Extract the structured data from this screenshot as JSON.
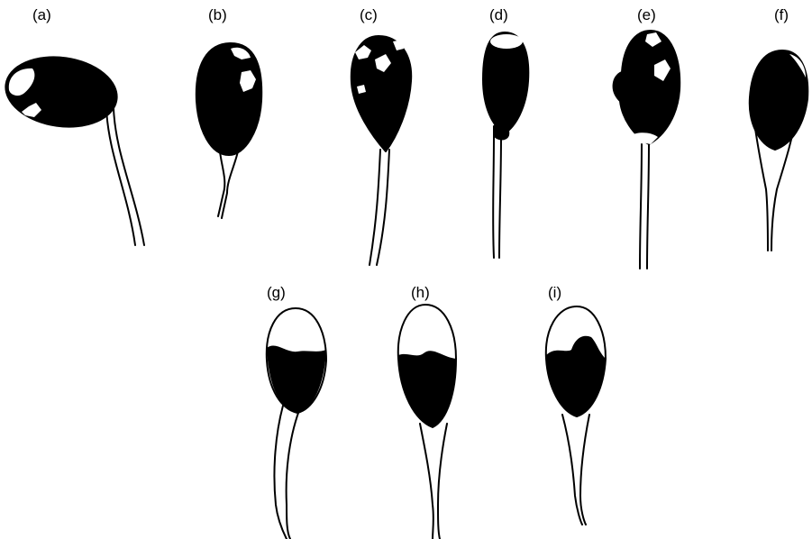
{
  "figure": {
    "panels": [
      {
        "id": "a",
        "label": "(a)"
      },
      {
        "id": "b",
        "label": "(b)"
      },
      {
        "id": "c",
        "label": "(c)"
      },
      {
        "id": "d",
        "label": "(d)"
      },
      {
        "id": "e",
        "label": "(e)"
      },
      {
        "id": "f",
        "label": "(f)"
      },
      {
        "id": "g",
        "label": "(g)"
      },
      {
        "id": "h",
        "label": "(h)"
      },
      {
        "id": "i",
        "label": "(i)"
      }
    ],
    "colors": {
      "ink": "#000000",
      "paper": "#ffffff"
    }
  }
}
